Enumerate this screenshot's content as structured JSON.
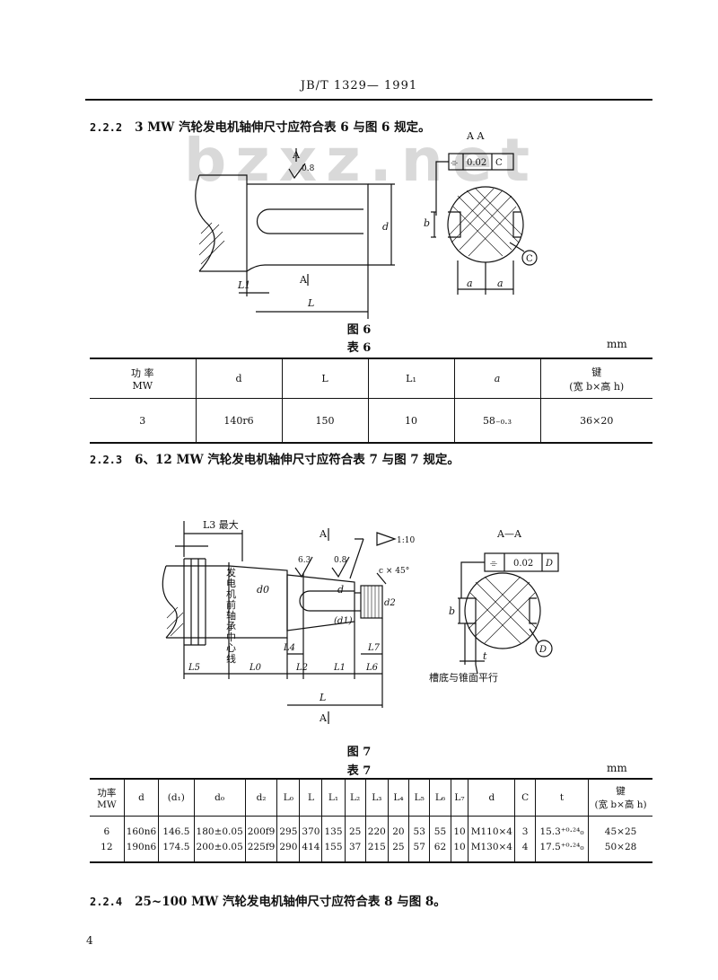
{
  "header": {
    "standard": "JB/T 1329— 1991"
  },
  "watermark": "bzxz.net",
  "clause_222": {
    "number": "2.2.2",
    "text": "3 MW 汽轮发电机轴伸尺寸应符合表 6 与图 6 规定。"
  },
  "figure6": {
    "caption": "图 6",
    "labels": {
      "section_top": "A A",
      "a_top": "A",
      "a_bottom": "A",
      "roughness": "0.8",
      "d": "d",
      "L1": "L1",
      "L": "L",
      "b": "b",
      "a_left": "a",
      "a_right": "a",
      "tolerance": "0.02",
      "datum": "C",
      "datum_circle": "C"
    }
  },
  "table6": {
    "title": "表 6",
    "unit": "mm",
    "headers": [
      "功 率\nMW",
      "d",
      "L",
      "L₁",
      "a",
      "键\n(宽 b×高 h)"
    ],
    "rows": [
      [
        "3",
        "140r6",
        "150",
        "10",
        "58₋₀.₃",
        "36×20"
      ]
    ]
  },
  "clause_223": {
    "number": "2.2.3",
    "text": "6、12 MW 汽轮发电机轴伸尺寸应符合表 7 与图 7 规定。"
  },
  "figure7": {
    "caption": "图 7",
    "labels": {
      "L3_max": "L3 最大",
      "a_top": "A",
      "a_bottom": "A",
      "taper": "1:10",
      "roughness1": "6.3",
      "roughness2": "0.8",
      "chamfer": "c × 45°",
      "vertical_note": "发电机前轴承中心线",
      "d0": "d0",
      "d": "d",
      "d1": "(d1)",
      "d2": "d2",
      "L4": "L4",
      "L7": "L7",
      "L5": "L5",
      "L0": "L0",
      "L6": "L6",
      "L2": "L2",
      "L1": "L1",
      "L": "L",
      "section": "A—A",
      "tolerance": "0.02",
      "datum": "D",
      "datum_circle": "D",
      "b": "b",
      "t": "t",
      "note": "槽底与锥面平行"
    }
  },
  "table7": {
    "title": "表 7",
    "unit": "mm",
    "headers": [
      "功率\nMW",
      "d",
      "(d₁)",
      "d₀",
      "d₂",
      "L₀",
      "L",
      "L₁",
      "L₂",
      "L₃",
      "L₄",
      "L₅",
      "L₆",
      "L₇",
      "d",
      "C",
      "t",
      "键\n(宽 b×高 h)"
    ],
    "rows": [
      [
        "6",
        "160n6",
        "146.5",
        "180±0.05",
        "200f9",
        "295",
        "370",
        "135",
        "25",
        "220",
        "20",
        "53",
        "55",
        "10",
        "M110×4",
        "3",
        "15.3⁺⁰·²⁴₀",
        "45×25"
      ],
      [
        "12",
        "190n6",
        "174.5",
        "200±0.05",
        "225f9",
        "290",
        "414",
        "155",
        "37",
        "215",
        "25",
        "57",
        "62",
        "10",
        "M130×4",
        "4",
        "17.5⁺⁰·²⁴₀",
        "50×28"
      ]
    ]
  },
  "clause_224": {
    "number": "2.2.4",
    "text": "25~100 MW 汽轮发电机轴伸尺寸应符合表 8 与图 8。"
  },
  "page_number": "4"
}
